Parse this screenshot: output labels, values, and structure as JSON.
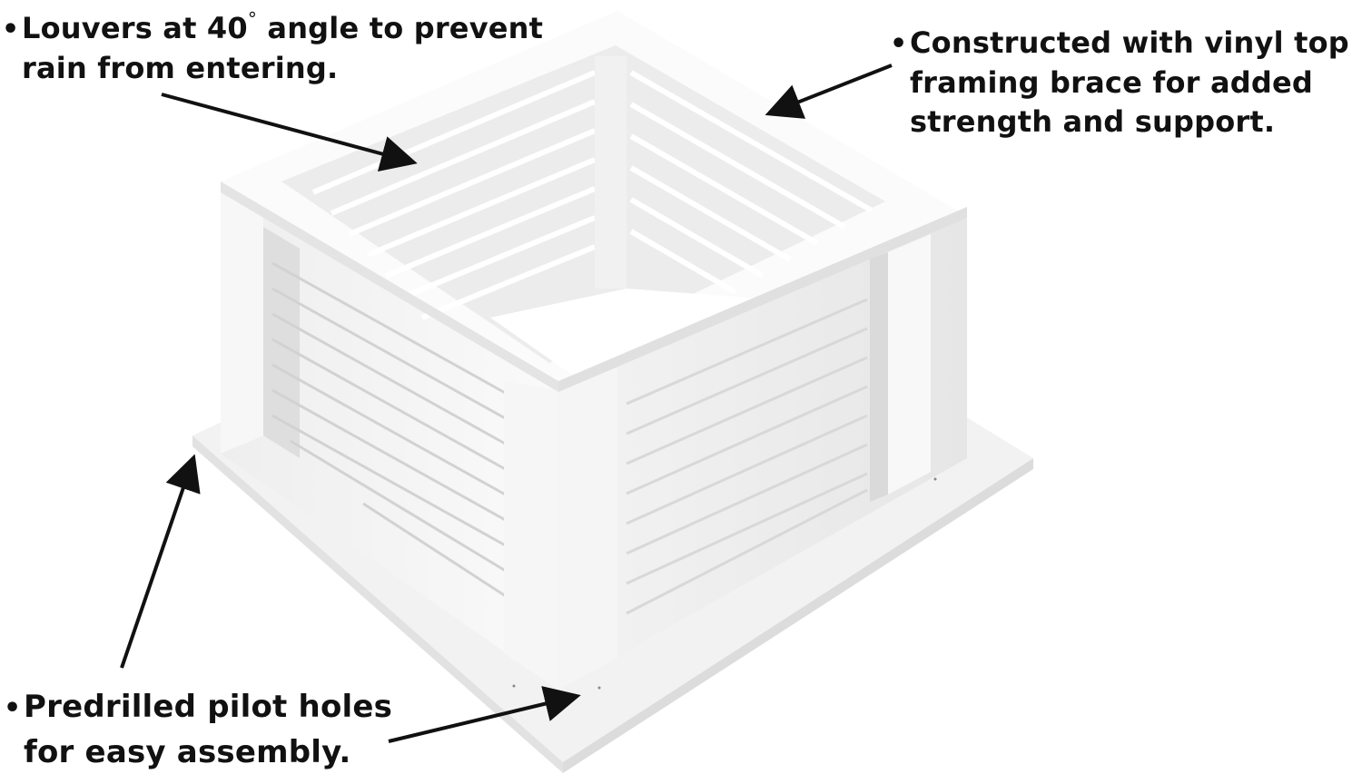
{
  "image": {
    "subject": "White vinyl cupola base with louvered sides",
    "background_color": "#ffffff",
    "product_color": "#f4f4f4",
    "shadow_color": "#d6d6d6",
    "text_color": "#111111",
    "arrow_color": "#111111"
  },
  "callouts": [
    {
      "id": "louvers",
      "bullet": "•",
      "lines": [
        "Louvers at 40",
        "rain from entering."
      ],
      "degree_symbol": "°",
      "line1_suffix": " angle to prevent",
      "arrow_points_to": "inner louvers"
    },
    {
      "id": "top-brace",
      "bullet": "•",
      "lines": [
        "Constructed with vinyl top",
        "framing brace for added",
        "strength and support."
      ],
      "arrow_points_to": "top frame"
    },
    {
      "id": "pilot-holes",
      "bullet": "•",
      "lines": [
        "Predrilled pilot holes",
        "for easy assembly."
      ],
      "arrow_points_to": [
        "base left corner",
        "base front holes"
      ]
    }
  ]
}
